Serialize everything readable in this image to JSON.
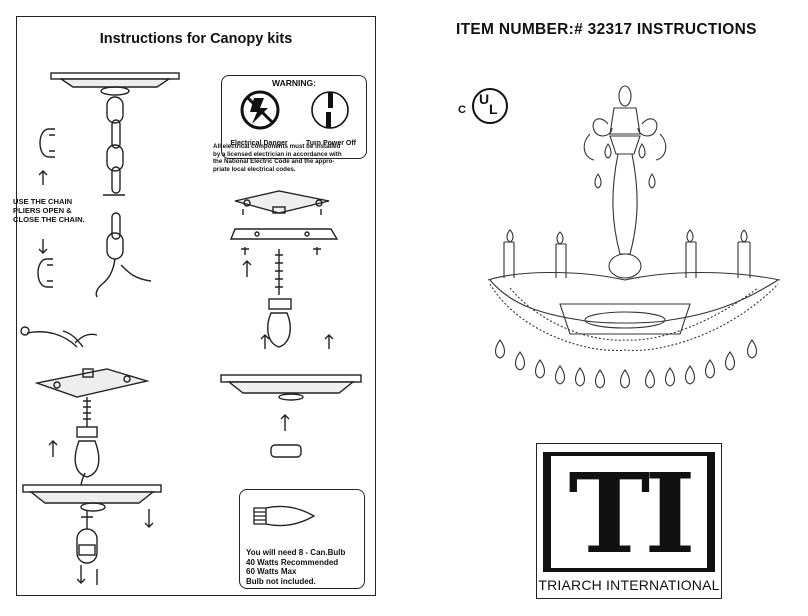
{
  "left": {
    "title": "Instructions for Canopy kits",
    "chain_instruction": [
      "USE THE CHAIN",
      "PLIERS  OPEN &",
      "CLOSE THE CHAIN."
    ],
    "warning": {
      "heading": "WARNING:",
      "label_danger": "Electrical Danger",
      "label_power": "Turn Power Off",
      "notice": [
        "All electrical components must be installed",
        "by a licensed electrician in accordance with",
        "the National Electric Code and the appro-",
        "priate local electrical codes."
      ]
    },
    "bulb_info": [
      "You will need 8 - Can.Bulb",
      "40 Watts Recommended",
      "60 Watts Max",
      "Bulb not included."
    ]
  },
  "right": {
    "header": "ITEM NUMBER:# 32317   INSTRUCTIONS",
    "cert": {
      "c": "C",
      "u": "U",
      "l": "L"
    },
    "brand_letters": "TI",
    "brand_name": "TRIARCH INTERNATIONAL"
  }
}
